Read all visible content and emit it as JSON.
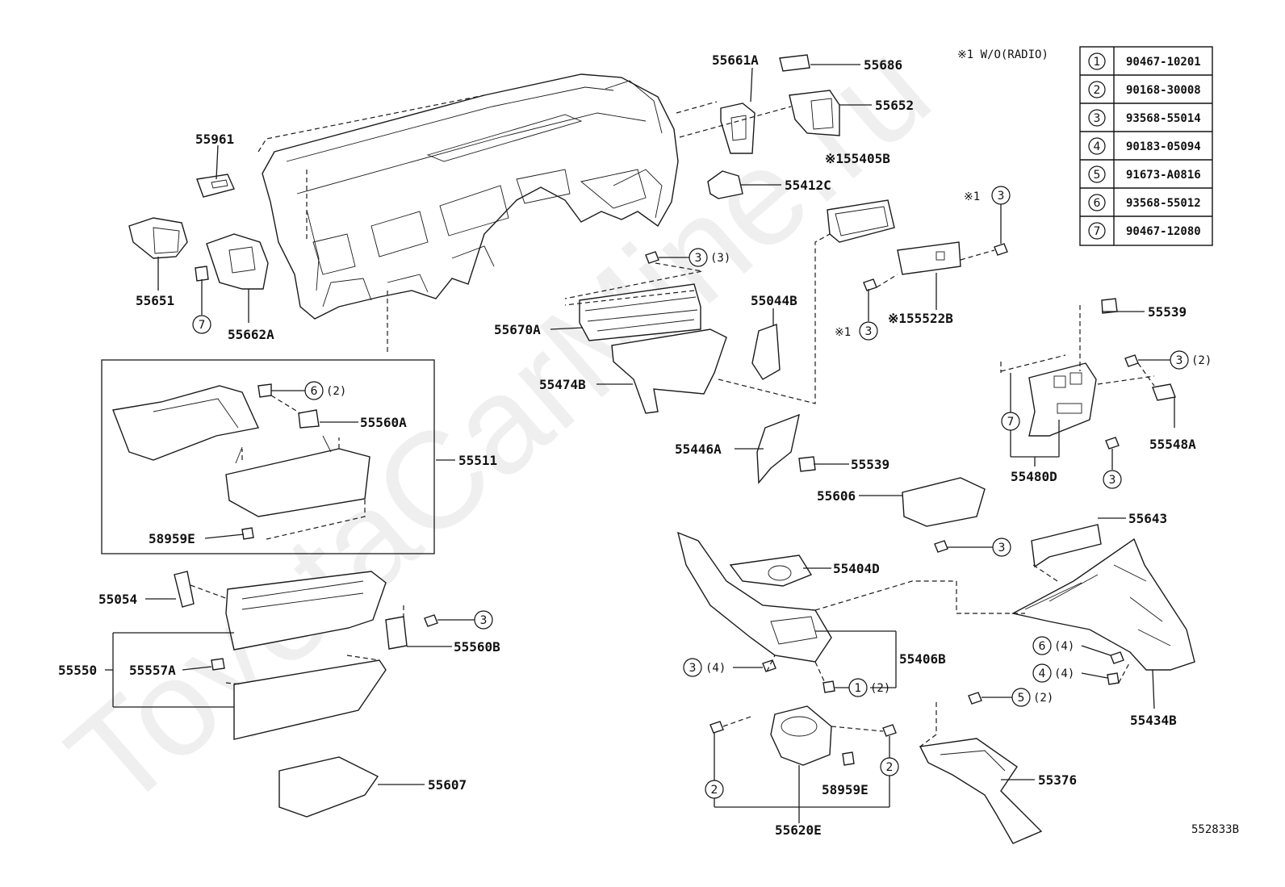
{
  "watermark": "ToyotaCarMine.ru",
  "diagram_code": "552833B",
  "legend": {
    "note": "※1 W/O(RADIO)",
    "rows": [
      {
        "num": "1",
        "part": "90467-10201"
      },
      {
        "num": "2",
        "part": "90168-30008"
      },
      {
        "num": "3",
        "part": "93568-55014"
      },
      {
        "num": "4",
        "part": "90183-05094"
      },
      {
        "num": "5",
        "part": "91673-A0816"
      },
      {
        "num": "6",
        "part": "93568-55012"
      },
      {
        "num": "7",
        "part": "90467-12080"
      }
    ]
  },
  "labels": {
    "p55661A": "55661A",
    "p55686": "55686",
    "p55652": "55652",
    "p55961": "55961",
    "p55412C": "55412C",
    "p55405B": "※155405B",
    "p55651": "55651",
    "p55662A": "55662A",
    "p55670A": "55670A",
    "p55044B": "55044B",
    "p55522B": "※155522B",
    "p55474B": "55474B",
    "p55539a": "55539",
    "p55560A": "55560A",
    "p55511": "55511",
    "p55446A": "55446A",
    "p55539b": "55539",
    "p55548A": "55548A",
    "p55480D": "55480D",
    "p55606": "55606",
    "p58959Ea": "58959E",
    "p55643": "55643",
    "p55404D": "55404D",
    "p55054": "55054",
    "p55560B": "55560B",
    "p55550": "55550",
    "p55557A": "55557A",
    "p55406B": "55406B",
    "p55434B": "55434B",
    "p55376": "55376",
    "p55607": "55607",
    "p58959Eb": "58959E",
    "p55620E": "55620E"
  },
  "callouts": {
    "c1": {
      "num": "3",
      "qty": "(3)"
    },
    "c2": {
      "prefix": "※1",
      "num": "3"
    },
    "c3": {
      "prefix": "※1",
      "num": "3"
    },
    "c4": {
      "num": "7"
    },
    "c5": {
      "num": "6",
      "qty": "(2)"
    },
    "c6": {
      "num": "3",
      "qty": "(2)"
    },
    "c7": {
      "num": "7"
    },
    "c8": {
      "num": "3"
    },
    "c9": {
      "num": "3"
    },
    "c10": {
      "num": "3"
    },
    "c11": {
      "num": "3",
      "qty": "(4)"
    },
    "c12": {
      "num": "1",
      "qty": "(2)"
    },
    "c13": {
      "num": "6",
      "qty": "(4)"
    },
    "c14": {
      "num": "4",
      "qty": "(4)"
    },
    "c15": {
      "num": "5",
      "qty": "(2)"
    },
    "c16": {
      "num": "2"
    },
    "c17": {
      "num": "2"
    }
  }
}
